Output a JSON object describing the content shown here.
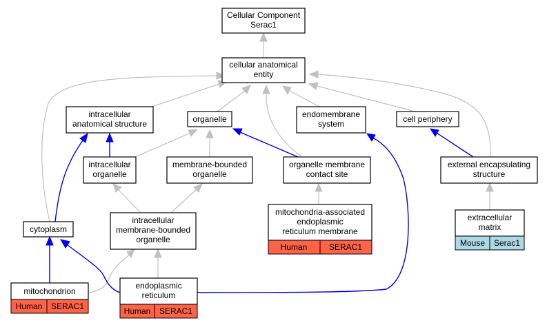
{
  "colors": {
    "human_annotation": "#ff6347",
    "mouse_annotation": "#add8e6",
    "regulates_edge": "#0000ee",
    "is_a_edge": "#c0c0c0"
  },
  "nodes": {
    "root": [
      "Cellular Component",
      "Serac1"
    ],
    "cae": [
      "cellular anatomical",
      "entity"
    ],
    "ias": [
      "intracellular",
      "anatomical structure"
    ],
    "organelle": [
      "organelle"
    ],
    "endomembrane": [
      "endomembrane",
      "system"
    ],
    "cellperiphery": [
      "cell periphery"
    ],
    "intraorg": [
      "intracellular",
      "organelle"
    ],
    "membbound": [
      "membrane-bounded",
      "organelle"
    ],
    "omcs": [
      "organelle membrane",
      "contact site"
    ],
    "extencap": [
      "external encapsulating",
      "structure"
    ],
    "mam": [
      "mitochondria-associated",
      "endoplasmic",
      "reticulum membrane"
    ],
    "intramb": [
      "intracellular",
      "membrane-bounded",
      "organelle"
    ],
    "cytoplasm": [
      "cytoplasm"
    ],
    "ecm": [
      "extracellular",
      "matrix"
    ],
    "mito": [
      "mitochondrion"
    ],
    "er": [
      "endoplasmic",
      "reticulum"
    ]
  },
  "annotations": {
    "mam": [
      "Human",
      "SERAC1"
    ],
    "ecm": [
      "Mouse",
      "Serac1"
    ],
    "mito": [
      "Human",
      "SERAC1"
    ],
    "er": [
      "Human",
      "SERAC1"
    ]
  }
}
